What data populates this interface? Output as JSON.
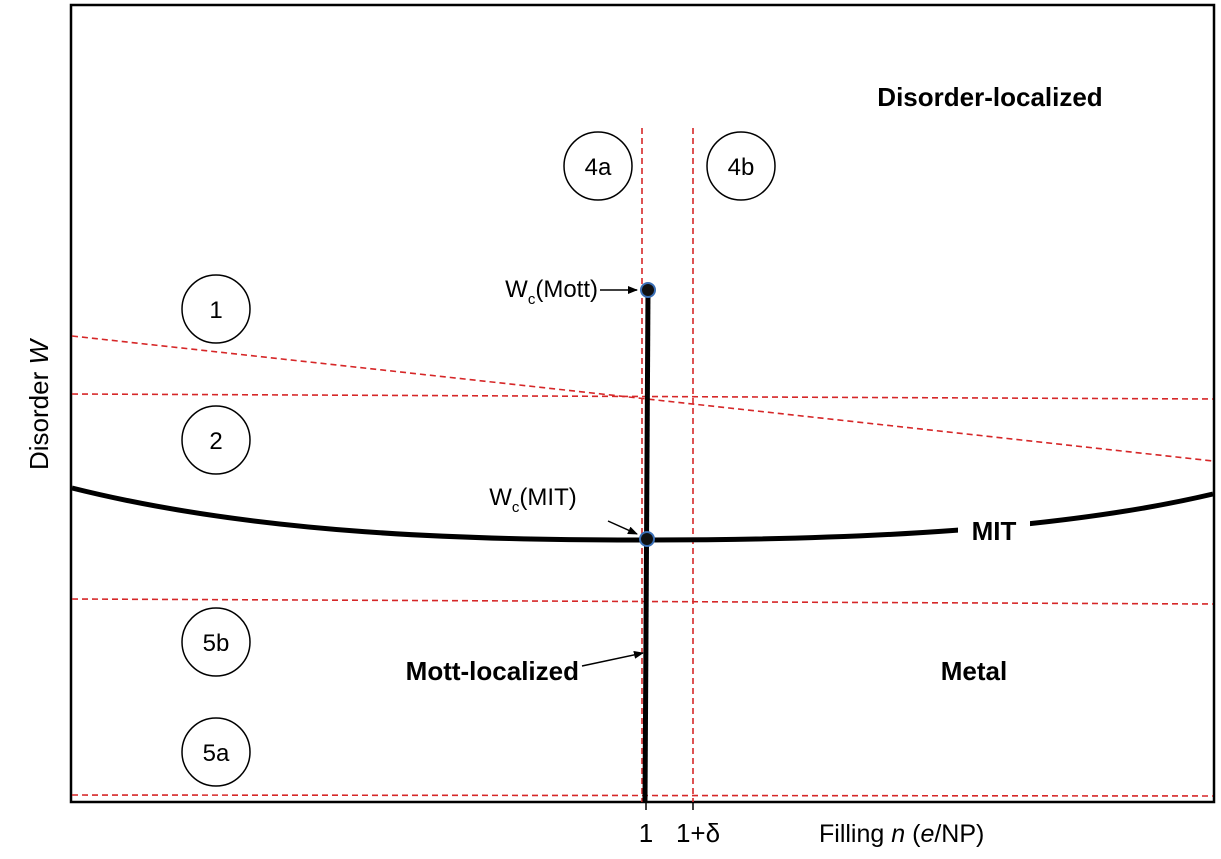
{
  "axes": {
    "y_label_prefix": "Disorder ",
    "y_label_var": "W",
    "x_label_prefix": "Filling ",
    "x_label_var": "n",
    "x_label_open": " (",
    "x_label_unit_var": "e",
    "x_label_unit_rest": "/NP)"
  },
  "ticks": {
    "one": "1",
    "one_plus_delta": "1+δ"
  },
  "regions": {
    "disorder_localized": "Disorder-localized",
    "mit": "MIT",
    "metal": "Metal",
    "mott_localized": "Mott-localized"
  },
  "critical_points": {
    "mott_W": "W",
    "mott_sub": "c",
    "mott_rest": "(Mott)",
    "mit_W": "W",
    "mit_sub": "c",
    "mit_rest": "(MIT)"
  },
  "circled_labels": {
    "c1": "1",
    "c2": "2",
    "c4a": "4a",
    "c4b": "4b",
    "c5a": "5a",
    "c5b": "5b"
  },
  "colors": {
    "frame": "#000000",
    "phase_boundary": "#000000",
    "dashed_guides": "#d62728",
    "critical_point_fill": "#111111",
    "critical_point_ring": "#3b6fb6"
  }
}
